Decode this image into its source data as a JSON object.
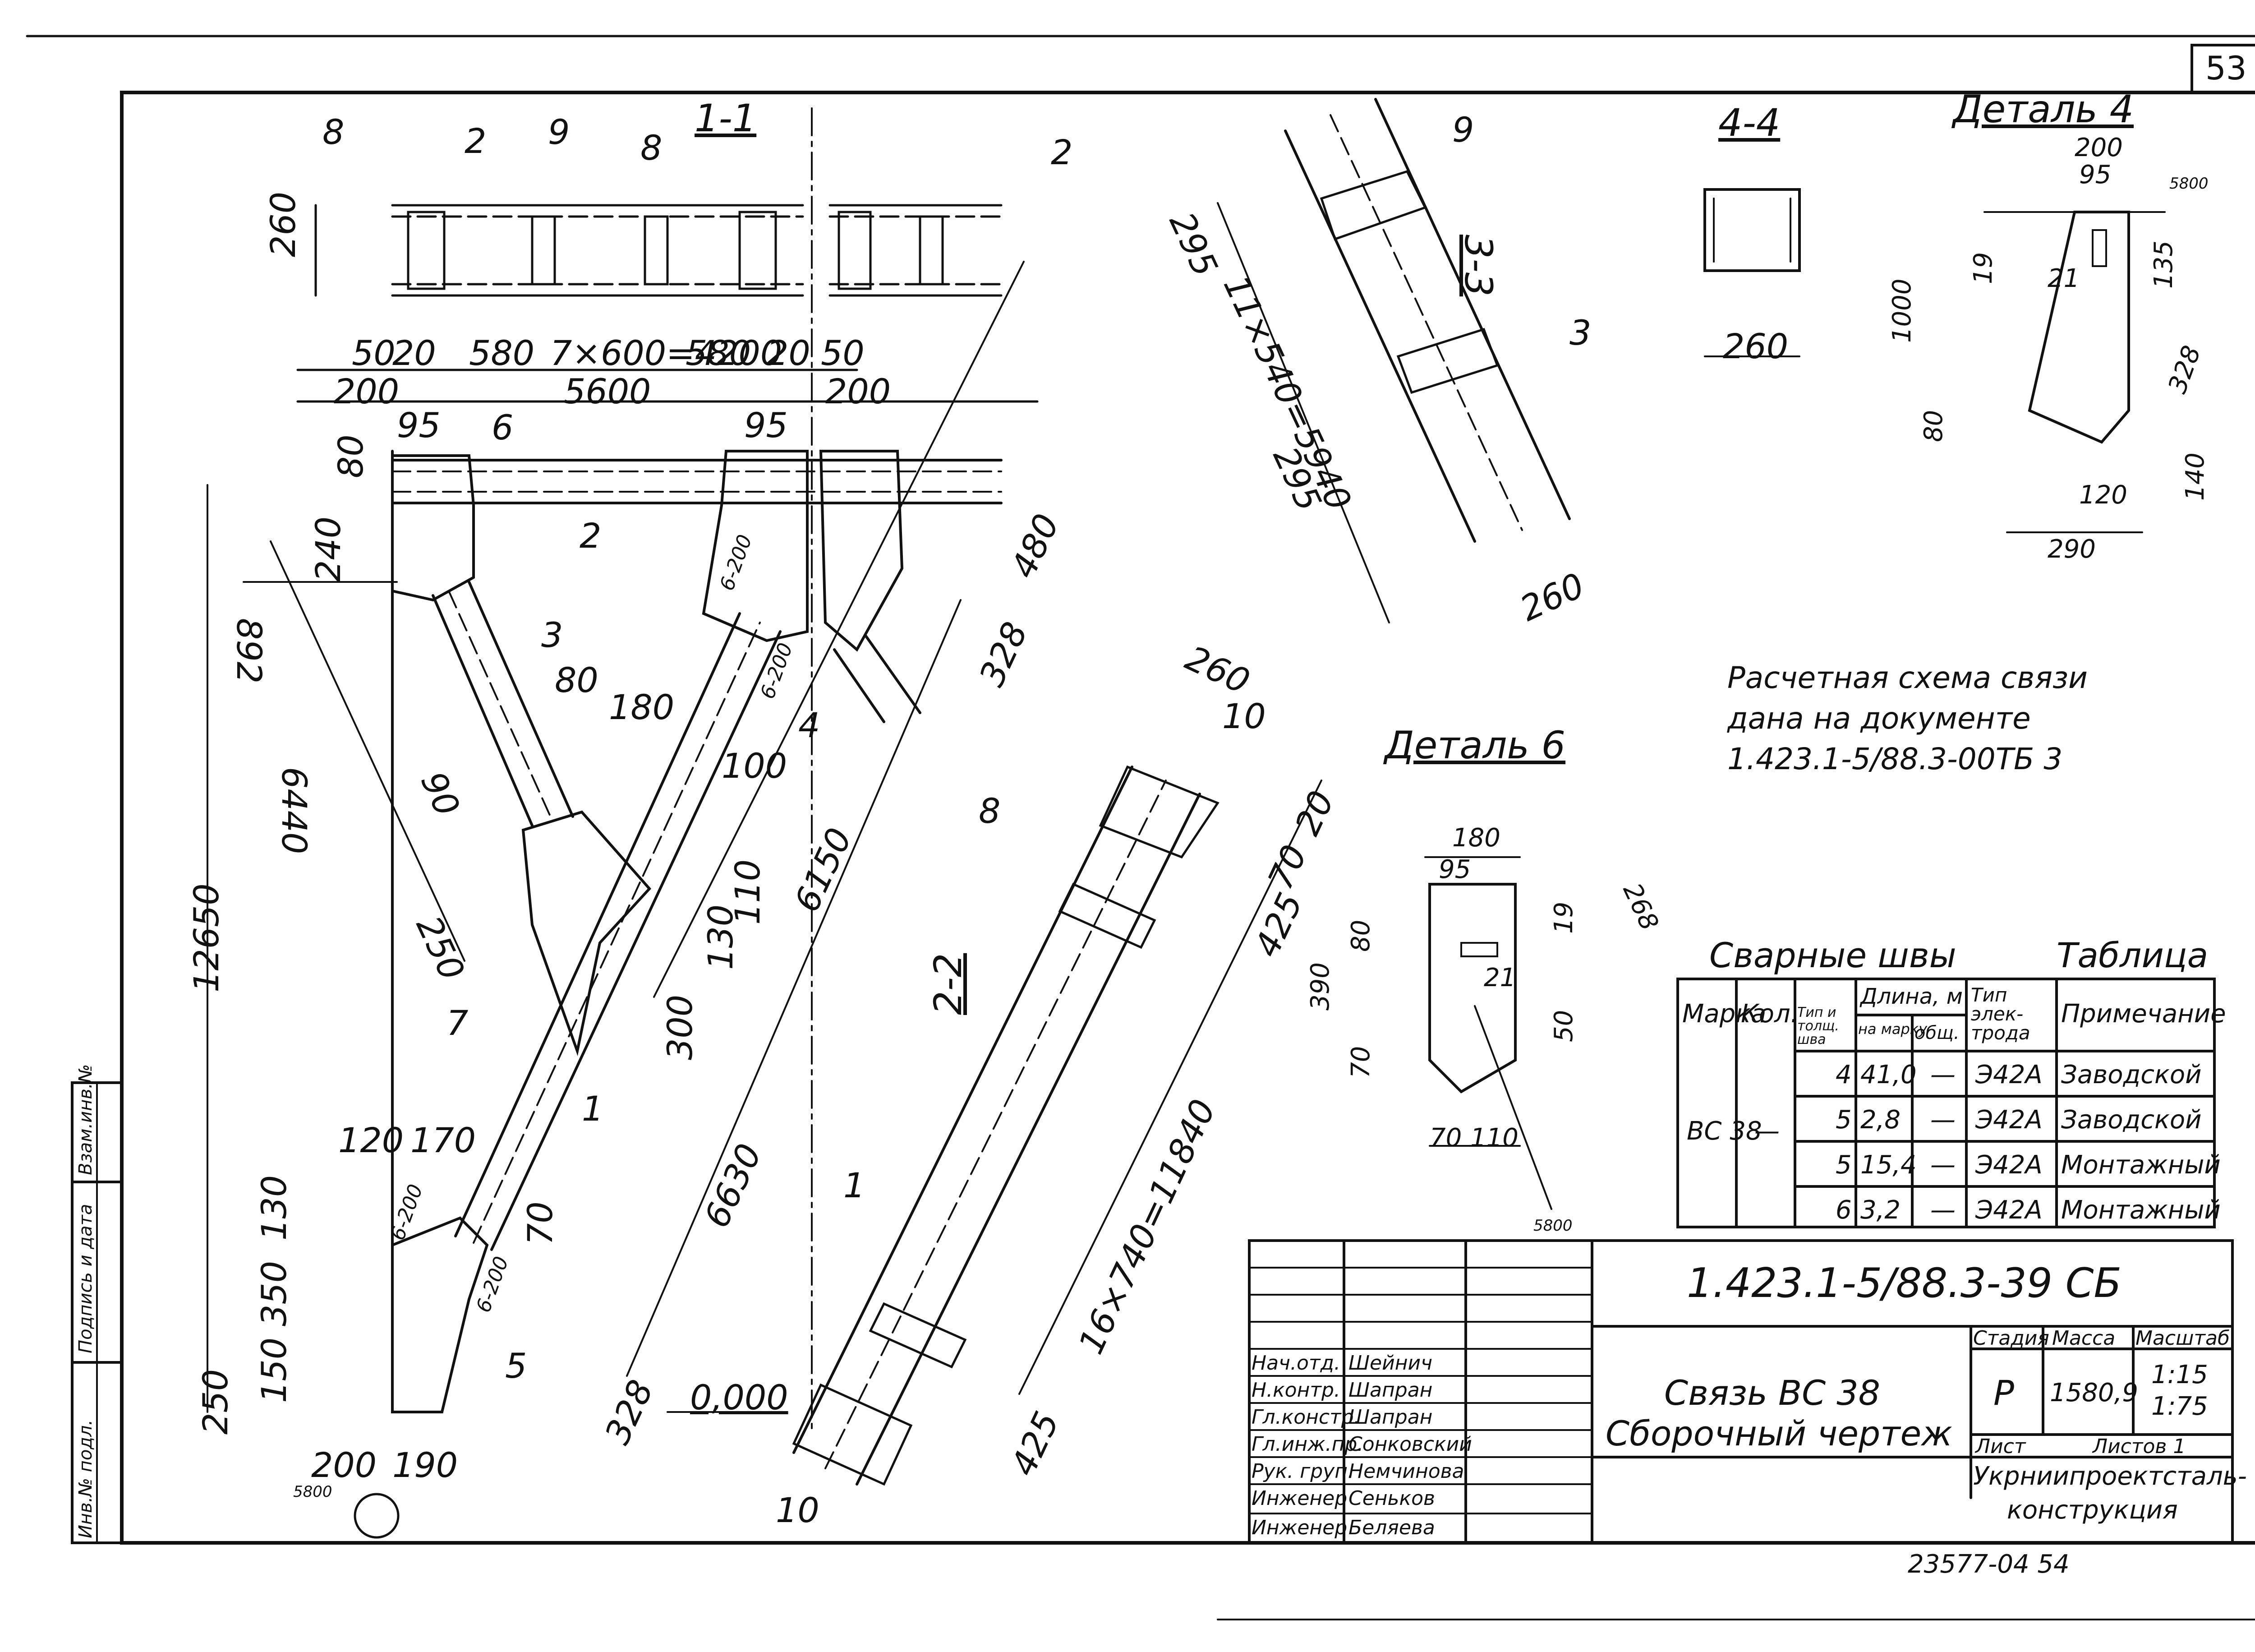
{
  "sheet": {
    "number": "53",
    "archive_number": "23577-04  54"
  },
  "sections": {
    "s11": "1-1",
    "s22": "2-2",
    "s33": "3-3",
    "s44": "4-4",
    "detail4": "Деталь 4",
    "detail6": "Деталь 6"
  },
  "note": {
    "line1": "Расчетная схема связи",
    "line2": "дана на документе",
    "line3": "1.423.1-5/88.3-00ТБ 3"
  },
  "weld_table": {
    "caption": "Сварные швы",
    "caption_right": "Таблица",
    "headers": {
      "mark": "Марка",
      "qty": "Кол.",
      "type": "Тип и толщ. шва",
      "length": "Длина, м",
      "per_mark": "на марку",
      "total": "общ.",
      "electrode": "Тип элек- трода",
      "remark": "Примечание"
    },
    "mark": "ВС 38",
    "qty": "—",
    "rows": [
      {
        "type": "4",
        "per_mark": "41,0",
        "total": "—",
        "electrode": "Э42А",
        "remark": "Заводской"
      },
      {
        "type": "5",
        "per_mark": "2,8",
        "total": "—",
        "electrode": "Э42А",
        "remark": "Заводской"
      },
      {
        "type": "5",
        "per_mark": "15,4",
        "total": "—",
        "electrode": "Э42А",
        "remark": "Монтажный"
      },
      {
        "type": "6",
        "per_mark": "3,2",
        "total": "—",
        "electrode": "Э42А",
        "remark": "Монтажный"
      }
    ]
  },
  "title_block": {
    "code": "1.423.1-5/88.3-39 СБ",
    "name1": "Связь ВС 38",
    "name2": "Сборочный чертеж",
    "stage_label": "Стадия",
    "mass_label": "Масса",
    "scale_label": "Масштаб",
    "stage": "Р",
    "mass": "1580,9",
    "scale1": "1:15",
    "scale2": "1:75",
    "sheet_label": "Лист",
    "sheets_label": "Листов  1",
    "org1": "Укрниипроектсталь-",
    "org2": "конструкция",
    "roles": [
      {
        "role": "Нач.отд.",
        "name": "Шейнич"
      },
      {
        "role": "Н.контр.",
        "name": "Шапран"
      },
      {
        "role": "Гл.констр.",
        "name": "Шапран"
      },
      {
        "role": "Гл.инж.пр.",
        "name": "Сонковский"
      },
      {
        "role": "Рук. груп.",
        "name": "Немчинова"
      },
      {
        "role": "Инженер",
        "name": "Сеньков"
      },
      {
        "role": "Инженер",
        "name": "Беляева"
      }
    ]
  },
  "side_stamp": {
    "inv": "Инв.№ подл.",
    "sign": "Подпись и дата",
    "swap": "Взам.инв.№"
  },
  "dimensions": {
    "d260": "260",
    "d50": "50",
    "d20": "20",
    "d580": "580",
    "d7x600": "7×600=4200",
    "d200": "200",
    "d5600": "5600",
    "d95": "95",
    "d80": "80",
    "d240": "240",
    "d892": "892",
    "d6440": "6440",
    "d12650": "12650",
    "d90": "90",
    "d250": "250",
    "d180": "180",
    "d100": "100",
    "d130": "130",
    "d110": "110",
    "d300": "300",
    "d6150": "6150",
    "d6630": "6630",
    "d328": "328",
    "d480": "480",
    "d120": "120",
    "d170": "170",
    "d350": "350",
    "d150": "150",
    "d190": "190",
    "d70": "70",
    "d0000": "0,000",
    "d6_200": "6-200",
    "d295": "295",
    "d11x540": "11×540=5940",
    "d425": "425",
    "d16x740": "16×740=11840",
    "d1000": "1000",
    "d19": "19",
    "d21": "21",
    "d135": "135",
    "d328b": "328",
    "d140": "140",
    "d290": "290",
    "d390": "390",
    "d268": "268",
    "d5800": "5800"
  },
  "positions": {
    "p1": "1",
    "p2": "2",
    "p3": "3",
    "p4": "4",
    "p5": "5",
    "p6": "6",
    "p7": "7",
    "p8": "8",
    "p9": "9",
    "p10": "10"
  }
}
